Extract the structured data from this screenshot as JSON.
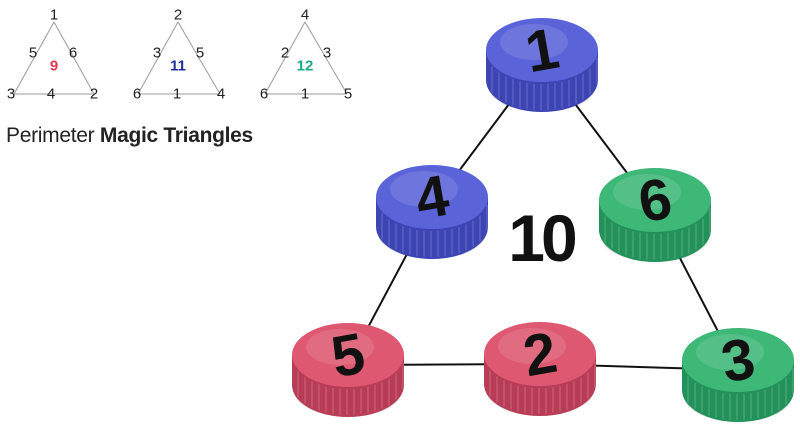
{
  "caption": {
    "prefix": "Perimeter",
    "bold": "Magic Triangles"
  },
  "small_triangles": [
    {
      "top": "1",
      "left": "5",
      "right": "6",
      "bottom_left": "3",
      "bottom_mid": "4",
      "bottom_right": "2",
      "sum": "9",
      "sum_color": "#e03a4e"
    },
    {
      "top": "2",
      "left": "3",
      "right": "5",
      "bottom_left": "6",
      "bottom_mid": "1",
      "bottom_right": "4",
      "sum": "11",
      "sum_color": "#1f2e9e"
    },
    {
      "top": "4",
      "left": "2",
      "right": "3",
      "bottom_left": "6",
      "bottom_mid": "1",
      "bottom_right": "5",
      "sum": "12",
      "sum_color": "#1aa88a"
    }
  ],
  "big_triangle": {
    "sum": "10",
    "tokens": [
      {
        "label": "1",
        "color": "blue"
      },
      {
        "label": "4",
        "color": "blue"
      },
      {
        "label": "6",
        "color": "green"
      },
      {
        "label": "5",
        "color": "red"
      },
      {
        "label": "2",
        "color": "red"
      },
      {
        "label": "3",
        "color": "green"
      }
    ]
  },
  "colors": {
    "blue": {
      "top": "#5b63d9",
      "side": "#3d44b4"
    },
    "green": {
      "top": "#3db877",
      "side": "#23925a"
    },
    "red": {
      "top": "#dd5870",
      "side": "#b83c55"
    }
  }
}
